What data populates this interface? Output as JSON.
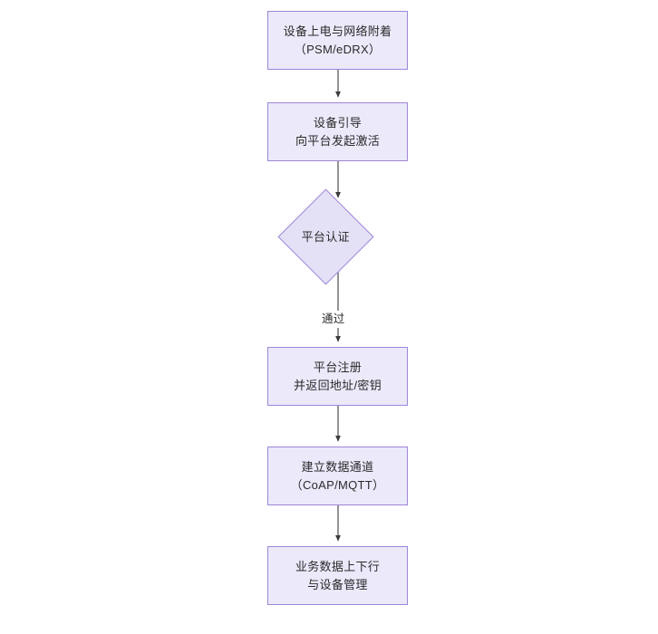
{
  "diagram": {
    "type": "flowchart",
    "orientation": "top-to-bottom",
    "background_color": "#ffffff",
    "node_fill_color": "#ebe9fa",
    "node_border_color": "#9f86d8",
    "edge_color": "#404040",
    "text_color": "#2b2b2b",
    "nodes": [
      {
        "id": "power",
        "shape": "rectangle",
        "lines": [
          "设备上电与网络附着",
          "（PSM/eDRX）"
        ]
      },
      {
        "id": "boot",
        "shape": "rectangle",
        "lines": [
          "设备引导",
          "向平台发起激活"
        ]
      },
      {
        "id": "auth",
        "shape": "diamond",
        "lines": [
          "平台认证"
        ]
      },
      {
        "id": "register",
        "shape": "rectangle",
        "lines": [
          "平台注册",
          "并返回地址/密钥"
        ]
      },
      {
        "id": "channel",
        "shape": "rectangle",
        "lines": [
          "建立数据通道",
          "（CoAP/MQTT）"
        ]
      },
      {
        "id": "business",
        "shape": "rectangle",
        "lines": [
          "业务数据上下行",
          "与设备管理"
        ]
      }
    ],
    "edges": [
      {
        "from": "power",
        "to": "boot",
        "label": ""
      },
      {
        "from": "boot",
        "to": "auth",
        "label": ""
      },
      {
        "from": "auth",
        "to": "register",
        "label": "通过"
      },
      {
        "from": "register",
        "to": "channel",
        "label": ""
      },
      {
        "from": "channel",
        "to": "business",
        "label": ""
      }
    ]
  }
}
